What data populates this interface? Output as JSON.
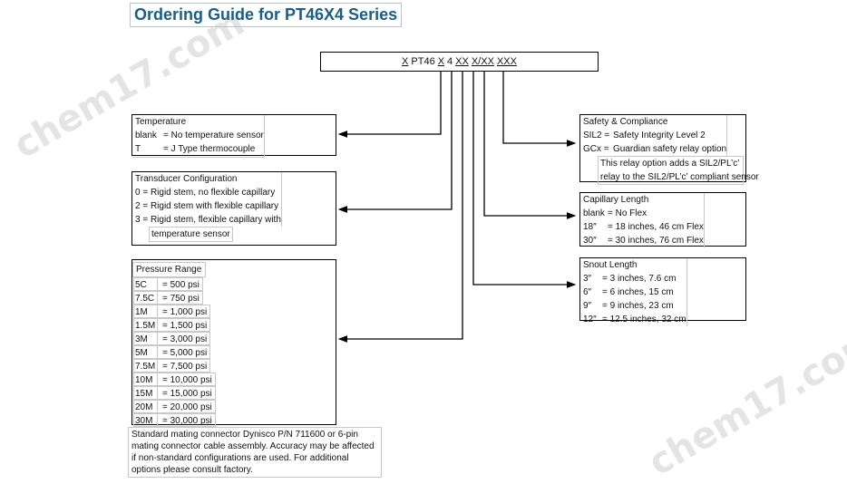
{
  "title": "Ordering Guide for PT46X4 Series",
  "watermark": "chem17.com",
  "code": [
    "X",
    "PT46",
    "X",
    "4",
    "XX",
    "X/XX",
    "XXX"
  ],
  "temperature": {
    "header": "Temperature",
    "rows": [
      {
        "code": "blank",
        "desc": "= No temperature sensor"
      },
      {
        "code": "T",
        "desc": "= J Type thermocouple"
      }
    ]
  },
  "transducer": {
    "header": "Transducer Configuration",
    "rows": [
      "0 = Rigid stem, no flexible capillary",
      "2 = Rigid stem with flexible capillary",
      "3 = Rigid stem, flexible capillary with"
    ],
    "continuation": "temperature sensor"
  },
  "pressure": {
    "header": "Pressure Range",
    "rows": [
      {
        "code": "5C",
        "psi": "= 500 psi"
      },
      {
        "code": "7.5C",
        "psi": "= 750 psi"
      },
      {
        "code": "1M",
        "psi": "= 1,000 psi"
      },
      {
        "code": "1.5M",
        "psi": "= 1,500 psi"
      },
      {
        "code": "3M",
        "psi": "= 3,000 psi"
      },
      {
        "code": "5M",
        "psi": "= 5,000 psi"
      },
      {
        "code": "7.5M",
        "psi": "= 7,500 psi"
      },
      {
        "code": "10M",
        "psi": "= 10,000 psi"
      },
      {
        "code": "15M",
        "psi": "= 15,000 psi"
      },
      {
        "code": "20M",
        "psi": "= 20,000 psi"
      },
      {
        "code": "30M",
        "psi": "= 30,000 psi"
      }
    ]
  },
  "safety": {
    "header": "Safety & Compliance",
    "rows": [
      {
        "code": "SIL2 =",
        "desc": "Safety Integrity Level 2"
      },
      {
        "code": "GCx =",
        "desc": "Guardian safety relay option"
      }
    ],
    "note_line1": "This relay option adds a SIL2/PL’c’",
    "note_line2": "relay to the SIL2/PL’c’ compliant sensor"
  },
  "capillary": {
    "header": "Capillary Length",
    "rows": [
      {
        "code": "blank",
        "desc": "= No Flex"
      },
      {
        "code": "18″",
        "desc": "= 18 inches, 46 cm Flex"
      },
      {
        "code": "30″",
        "desc": "= 30 inches, 76 cm Flex"
      }
    ]
  },
  "snout": {
    "header": "Snout Length",
    "rows": [
      {
        "code": "3″",
        "desc": "= 3 inches, 7.6 cm"
      },
      {
        "code": "6″",
        "desc": "= 6 inches, 15 cm"
      },
      {
        "code": "9″",
        "desc": "= 9 inches, 23 cm"
      },
      {
        "code": "12″",
        "desc": "= 12.5 inches, 32 cm"
      }
    ]
  },
  "footnote": "Standard mating connector Dynisco P/N 711600 or 6-pin mating connector cable assembly. Accuracy may be affected if non-standard configurations are used. For additional options please consult factory."
}
